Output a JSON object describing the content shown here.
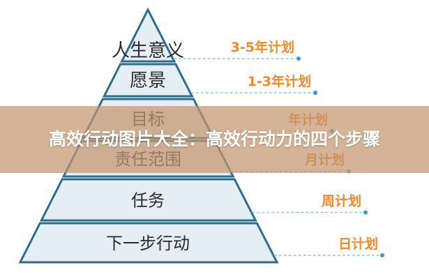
{
  "diagram": {
    "tiers": [
      {
        "label": "人生意义",
        "plan": "3-5年计划"
      },
      {
        "label": "愿景",
        "plan": "1-3年计划"
      },
      {
        "label": "目标",
        "plan": "年计划"
      },
      {
        "label": "责任范围",
        "plan": "月计划"
      },
      {
        "label": "任务",
        "plan": "周计划"
      },
      {
        "label": "下一步行动",
        "plan": "日计划"
      }
    ],
    "colors": {
      "tier_fill": "#e4eef4",
      "tier_border": "#2c6d8e",
      "plan_text": "#f08a2a",
      "connector": "#8fc6e2",
      "dot": "#3a9ad0"
    }
  },
  "banner": {
    "title": "高效行动图片大全：高效行动力的四个步骤"
  }
}
